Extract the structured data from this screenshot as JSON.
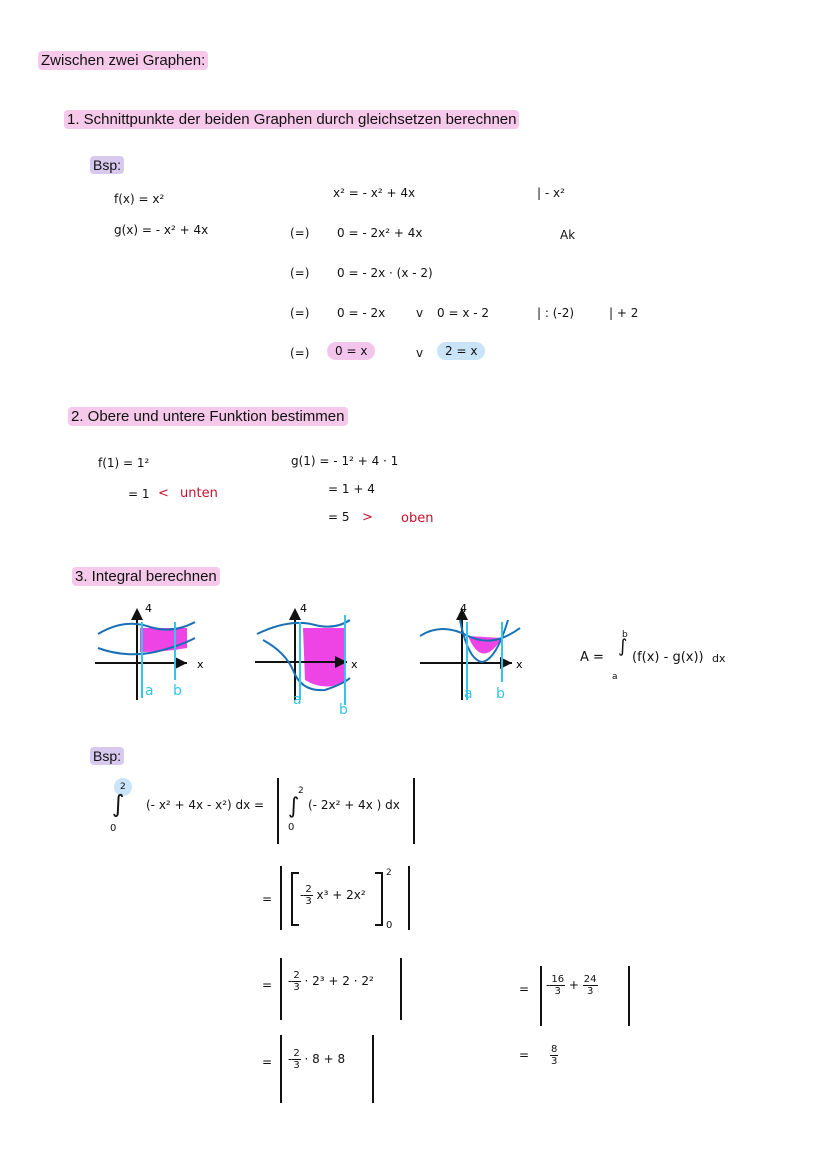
{
  "title": "Zwischen zwei Graphen:",
  "step1": {
    "heading": "1. Schnittpunkte der beiden Graphen durch gleichsetzen berechnen",
    "bsp": "Bsp:",
    "f_def": "f(x) = x²",
    "g_def": "g(x) = - x² + 4x",
    "equiv": "(=)",
    "eq_lines": [
      "x² = - x² + 4x",
      "0 = - 2x² + 4x",
      "0 = - 2x · (x - 2)",
      "0 = - 2x",
      "0 = x"
    ],
    "or": "v",
    "or_terms": [
      "0 = x - 2",
      "2 = x"
    ],
    "side_ops": [
      "| - x²",
      "Ak",
      "| : (-2)",
      "| + 2"
    ]
  },
  "step2": {
    "heading": "2. Obere und untere Funktion bestimmen",
    "f1": "f(1) = 1²",
    "f1_result": "= 1",
    "lt": "<",
    "unten": "unten",
    "g1": "g(1) = - 1² + 4 · 1",
    "g1_step": "= 1 + 4",
    "g1_result": "= 5",
    "gt": ">",
    "oben": "oben"
  },
  "step3": {
    "heading": "3. Integral berechnen",
    "sketch_labels": {
      "y_tick": "4",
      "x_axis": "x",
      "a": "a",
      "b": "b"
    },
    "formula": {
      "A": "A =",
      "upper": "b",
      "lower": "a",
      "integrand": "(f(x) - g(x))",
      "dx": "dx"
    },
    "bsp": "Bsp:",
    "integral_upper": "2",
    "integral_lower": "0",
    "line1_left": "(- x² + 4x - x²) dx =",
    "line1_right": "(- 2x² + 4x ) dx",
    "eq": "=",
    "line2_num": "2",
    "line2_den": "3",
    "line2_a": "-",
    "line2_b": "x³ + 2x²",
    "line3_num": "2",
    "line3_den": "3",
    "line3_rest": "· 2³ + 2 · 2²",
    "line4_num": "2",
    "line4_den": "3",
    "line4_rest": "· 8 + 8",
    "right1_n1": "16",
    "right1_d1": "3",
    "right1_plus": "+",
    "right1_n2": "24",
    "right1_d2": "3",
    "right2_n": "8",
    "right2_d": "3"
  },
  "colors": {
    "highlight_pink": "#f6c9ea",
    "highlight_purple": "#d7c8ee",
    "pill_blue": "#c9e4f8",
    "area_magenta": "#ee44e6",
    "curve_blue": "#1a6fb5",
    "bound_cyan": "#35c5e8",
    "accent_red": "#c4122c"
  }
}
